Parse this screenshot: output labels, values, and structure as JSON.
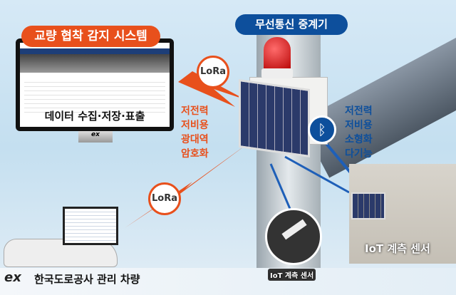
{
  "system_title": "교량 협착 감지 시스템",
  "screen_caption": "데이터 수집·저장·표출",
  "monitor_logo": "ex",
  "relay_title": "무선통신 중계기",
  "lora_label": "LoRa",
  "lora_features": [
    "저전력",
    "저비용",
    "광대역",
    "암호화"
  ],
  "bluetooth_features": [
    "저전력",
    "저비용",
    "소형화",
    "다기능"
  ],
  "iot_sensor_label": "IoT 계측 센서",
  "iot_sensor_small_label": "IoT 계측 센서",
  "bottom_logo": "ex",
  "vehicle_label": "한국도로공사 관리 차량",
  "colors": {
    "lora": "#e8501c",
    "bluetooth": "#0d4f9c"
  }
}
